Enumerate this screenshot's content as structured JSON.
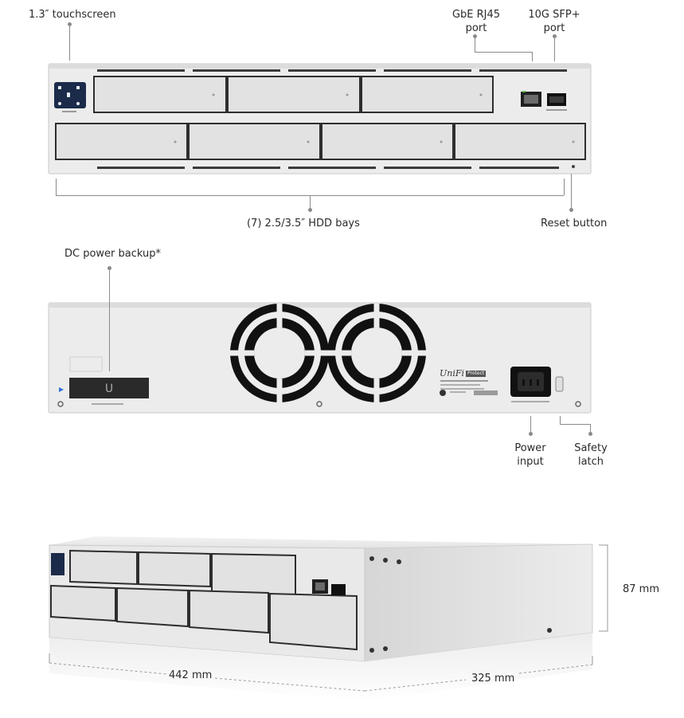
{
  "labels": {
    "touchscreen": "1.3″ touchscreen",
    "gbe_port": [
      "GbE RJ45",
      "port"
    ],
    "sfp_port": [
      "10G SFP+",
      "port"
    ],
    "hdd_bays": "(7) 2.5/3.5″ HDD bays",
    "reset_button": "Reset button",
    "dc_power": "DC power backup*",
    "power_input": [
      "Power",
      "input"
    ],
    "safety_latch": [
      "Safety",
      "latch"
    ],
    "height": "87 mm",
    "width": "442 mm",
    "depth": "325 mm"
  },
  "device": {
    "brand": "UniFi",
    "product_badge": "Protect"
  },
  "colors": {
    "chassis": "#e9e9e9",
    "chassis_dark": "#d3d3d3",
    "panel_blue": "#1c2b4a",
    "leader": "#8a8a8a"
  }
}
